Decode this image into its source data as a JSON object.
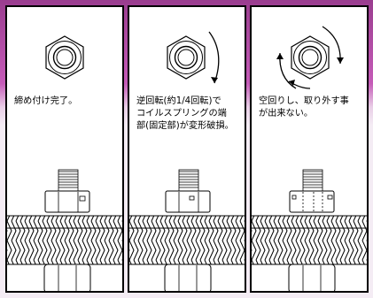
{
  "panels": [
    {
      "caption": "締め付け完了。"
    },
    {
      "caption": "逆回転(約1/4回転)で\nコイルスプリングの端\n部(固定部)が変形破損。"
    },
    {
      "caption": "空回りし、取り外す事\nが出来ない。"
    }
  ]
}
